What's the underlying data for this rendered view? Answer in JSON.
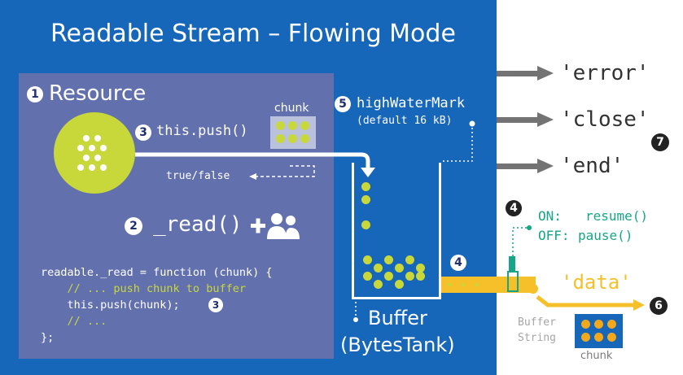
{
  "title": "Readable Stream – Flowing Mode",
  "resource": {
    "number": "1",
    "label": "Resource"
  },
  "chunk_top": "chunk",
  "push": {
    "number": "3",
    "label": "this.push()"
  },
  "true_false": "true/false",
  "read": {
    "number": "2",
    "label": "_read()"
  },
  "code": {
    "line1": "readable._read = function (chunk) {",
    "line2": "    // ... push chunk to buffer",
    "line3": "    this.push(chunk);",
    "line3_badge": "3",
    "line4": "    // ...",
    "line5": "};"
  },
  "hwm": {
    "number": "5",
    "label": "highWaterMark",
    "sub": "(default 16 kB)"
  },
  "events": [
    "'error'",
    "'close'",
    "'end'"
  ],
  "events_badge": "7",
  "buffer": {
    "label": "Buffer",
    "sub": "(BytesTank)"
  },
  "flow": {
    "number": "4",
    "on_label": "ON:",
    "on_call": "resume()",
    "off_label": "OFF:",
    "off_call": "pause()",
    "valve_badge": "4"
  },
  "data_event": "'data'",
  "data_badge": "6",
  "buffer_string": {
    "line1": "Buffer",
    "line2": "String"
  },
  "chunk_bottom": "chunk",
  "colors": {
    "blue": "#1666ba",
    "panel": "#6270ad",
    "lime": "#c8d73a",
    "yellow": "#f5c02a",
    "orange": "#f2a81d",
    "green": "#17a589",
    "grey": "#737373"
  }
}
